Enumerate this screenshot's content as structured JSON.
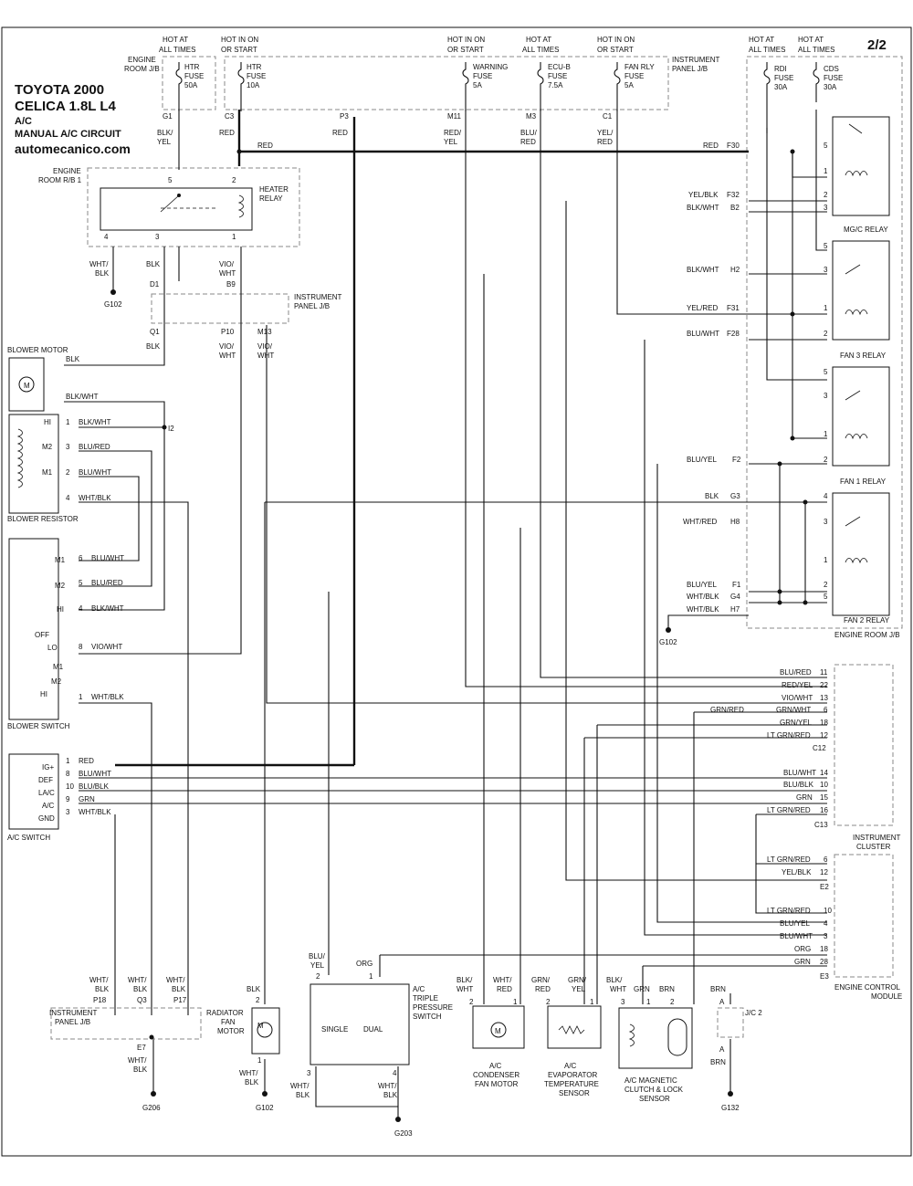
{
  "header": {
    "line1": "TOYOTA 2000",
    "line2": "CELICA  1.8L  L4",
    "line3": "A/C",
    "line4": "MANUAL A/C CIRCUIT",
    "site": "automecanico.com",
    "page": "2/2"
  },
  "labels": [
    {
      "text": "HOT AT"
    },
    {
      "text": "ALL TIMES"
    },
    {
      "text": "HOT IN ON"
    },
    {
      "text": "OR START"
    },
    {
      "text": "HOT IN ON"
    },
    {
      "text": "OR START"
    },
    {
      "text": "HOT AT"
    },
    {
      "text": "ALL TIMES"
    },
    {
      "text": "HOT IN ON"
    },
    {
      "text": "OR START"
    },
    {
      "text": "HOT AT"
    },
    {
      "text": "ALL TIMES"
    },
    {
      "text": "HOT AT"
    },
    {
      "text": "ALL TIMES"
    },
    {
      "text": "ENGINE"
    },
    {
      "text": "ROOM J/B"
    },
    {
      "text": "HTR"
    },
    {
      "text": "FUSE"
    },
    {
      "text": "50A"
    },
    {
      "text": "HTR"
    },
    {
      "text": "FUSE"
    },
    {
      "text": "10A"
    },
    {
      "text": "WARNING"
    },
    {
      "text": "FUSE"
    },
    {
      "text": "5A"
    },
    {
      "text": "ECU-B"
    },
    {
      "text": "FUSE"
    },
    {
      "text": "7.5A"
    },
    {
      "text": "FAN RLY"
    },
    {
      "text": "FUSE"
    },
    {
      "text": "5A"
    },
    {
      "text": "INSTRUMENT"
    },
    {
      "text": "PANEL J/B"
    },
    {
      "text": "RDI"
    },
    {
      "text": "FUSE"
    },
    {
      "text": "30A"
    },
    {
      "text": "CDS"
    },
    {
      "text": "FUSE"
    },
    {
      "text": "30A"
    },
    {
      "text": "G1"
    },
    {
      "text": "C3"
    },
    {
      "text": "P3"
    },
    {
      "text": "M11"
    },
    {
      "text": "M3"
    },
    {
      "text": "C1"
    },
    {
      "text": "BLK/"
    },
    {
      "text": "YEL"
    },
    {
      "text": "RED"
    },
    {
      "text": "RED"
    },
    {
      "text": "RED/"
    },
    {
      "text": "YEL"
    },
    {
      "text": "BLU/"
    },
    {
      "text": "RED"
    },
    {
      "text": "YEL/"
    },
    {
      "text": "RED"
    },
    {
      "text": "RED"
    },
    {
      "text": "ENGINE"
    },
    {
      "text": "ROOM R/B 1"
    },
    {
      "text": "5"
    },
    {
      "text": "2"
    },
    {
      "text": "HEATER"
    },
    {
      "text": "RELAY"
    },
    {
      "text": "4"
    },
    {
      "text": "3"
    },
    {
      "text": "1"
    },
    {
      "text": "WHT/"
    },
    {
      "text": "BLK"
    },
    {
      "text": "BLK"
    },
    {
      "text": "VIO/"
    },
    {
      "text": "WHT"
    },
    {
      "text": "G102"
    },
    {
      "text": "D1"
    },
    {
      "text": "B9"
    },
    {
      "text": "INSTRUMENT"
    },
    {
      "text": "PANEL J/B"
    },
    {
      "text": "Q1"
    },
    {
      "text": "P10"
    },
    {
      "text": "M13"
    },
    {
      "text": "BLK"
    },
    {
      "text": "VIO/"
    },
    {
      "text": "WHT"
    },
    {
      "text": "VIO/"
    },
    {
      "text": "WHT"
    },
    {
      "text": "BLOWER MOTOR"
    },
    {
      "text": "BLK"
    },
    {
      "text": "M"
    },
    {
      "text": "BLK/WHT"
    },
    {
      "text": "HI"
    },
    {
      "text": "1"
    },
    {
      "text": "BLK/WHT"
    },
    {
      "text": "I2"
    },
    {
      "text": "M2"
    },
    {
      "text": "3"
    },
    {
      "text": "BLU/RED"
    },
    {
      "text": "M1"
    },
    {
      "text": "2"
    },
    {
      "text": "BLU/WHT"
    },
    {
      "text": "4"
    },
    {
      "text": "WHT/BLK"
    },
    {
      "text": "BLOWER RESISTOR"
    },
    {
      "text": "M1"
    },
    {
      "text": "6"
    },
    {
      "text": "BLU/WHT"
    },
    {
      "text": "M2"
    },
    {
      "text": "5"
    },
    {
      "text": "BLU/RED"
    },
    {
      "text": "HI"
    },
    {
      "text": "4"
    },
    {
      "text": "BLK/WHT"
    },
    {
      "text": "OFF"
    },
    {
      "text": "LO"
    },
    {
      "text": "8"
    },
    {
      "text": "VIO/WHT"
    },
    {
      "text": "M1"
    },
    {
      "text": "M2"
    },
    {
      "text": "HI"
    },
    {
      "text": "1"
    },
    {
      "text": "WHT/BLK"
    },
    {
      "text": "BLOWER SWITCH"
    },
    {
      "text": "IG+"
    },
    {
      "text": "1"
    },
    {
      "text": "RED"
    },
    {
      "text": "DEF"
    },
    {
      "text": "8"
    },
    {
      "text": "BLU/WHT"
    },
    {
      "text": "LA/C"
    },
    {
      "text": "10"
    },
    {
      "text": "BLU/BLK"
    },
    {
      "text": "A/C"
    },
    {
      "text": "9"
    },
    {
      "text": "GRN"
    },
    {
      "text": "GND"
    },
    {
      "text": "3"
    },
    {
      "text": "WHT/BLK"
    },
    {
      "text": "A/C SWITCH"
    },
    {
      "text": "RED"
    },
    {
      "text": "F30"
    },
    {
      "text": "5"
    },
    {
      "text": "1"
    },
    {
      "text": "YEL/BLK"
    },
    {
      "text": "F32"
    },
    {
      "text": "2"
    },
    {
      "text": "BLK/WHT"
    },
    {
      "text": "B2"
    },
    {
      "text": "3"
    },
    {
      "text": "MG/C RELAY"
    },
    {
      "text": "5"
    },
    {
      "text": "BLK/WHT"
    },
    {
      "text": "H2"
    },
    {
      "text": "3"
    },
    {
      "text": "YEL/RED"
    },
    {
      "text": "F31"
    },
    {
      "text": "1"
    },
    {
      "text": "BLU/WHT"
    },
    {
      "text": "F28"
    },
    {
      "text": "2"
    },
    {
      "text": "FAN 3 RELAY"
    },
    {
      "text": "5"
    },
    {
      "text": "3"
    },
    {
      "text": "1"
    },
    {
      "text": "BLU/YEL"
    },
    {
      "text": "F2"
    },
    {
      "text": "2"
    },
    {
      "text": "FAN 1 RELAY"
    },
    {
      "text": "BLK"
    },
    {
      "text": "G3"
    },
    {
      "text": "4"
    },
    {
      "text": "WHT/RED"
    },
    {
      "text": "H8"
    },
    {
      "text": "3"
    },
    {
      "text": "1"
    },
    {
      "text": "BLU/YEL"
    },
    {
      "text": "F1"
    },
    {
      "text": "2"
    },
    {
      "text": "WHT/BLK"
    },
    {
      "text": "G4"
    },
    {
      "text": "5"
    },
    {
      "text": "WHT/BLK"
    },
    {
      "text": "H7"
    },
    {
      "text": "FAN 2 RELAY"
    },
    {
      "text": "G102"
    },
    {
      "text": "ENGINE ROOM J/B"
    },
    {
      "text": "BLU/RED"
    },
    {
      "text": "11"
    },
    {
      "text": "RED/YEL"
    },
    {
      "text": "22"
    },
    {
      "text": "VIO/WHT"
    },
    {
      "text": "13"
    },
    {
      "text": "GRN/RED"
    },
    {
      "text": "GRN/WHT"
    },
    {
      "text": "6"
    },
    {
      "text": "GRN/YEL"
    },
    {
      "text": "18"
    },
    {
      "text": "LT GRN/RED"
    },
    {
      "text": "12"
    },
    {
      "text": "C12"
    },
    {
      "text": "BLU/WHT"
    },
    {
      "text": "14"
    },
    {
      "text": "BLU/BLK"
    },
    {
      "text": "10"
    },
    {
      "text": "GRN"
    },
    {
      "text": "15"
    },
    {
      "text": "LT GRN/RED"
    },
    {
      "text": "16"
    },
    {
      "text": "C13"
    },
    {
      "text": "INSTRUMENT"
    },
    {
      "text": "CLUSTER"
    },
    {
      "text": "LT GRN/RED"
    },
    {
      "text": "6"
    },
    {
      "text": "YEL/BLK"
    },
    {
      "text": "12"
    },
    {
      "text": "E2"
    },
    {
      "text": "LT GRN/RED"
    },
    {
      "text": "10"
    },
    {
      "text": "BLU/YEL"
    },
    {
      "text": "4"
    },
    {
      "text": "BLU/WHT"
    },
    {
      "text": "3"
    },
    {
      "text": "ORG"
    },
    {
      "text": "18"
    },
    {
      "text": "GRN"
    },
    {
      "text": "28"
    },
    {
      "text": "E3"
    },
    {
      "text": "ENGINE CONTROL"
    },
    {
      "text": "MODULE"
    },
    {
      "text": "WHT/"
    },
    {
      "text": "BLK"
    },
    {
      "text": "WHT/"
    },
    {
      "text": "BLK"
    },
    {
      "text": "WHT/"
    },
    {
      "text": "BLK"
    },
    {
      "text": "P18"
    },
    {
      "text": "Q3"
    },
    {
      "text": "P17"
    },
    {
      "text": "INSTRUMENT"
    },
    {
      "text": "PANEL J/B"
    },
    {
      "text": "E7"
    },
    {
      "text": "WHT/"
    },
    {
      "text": "BLK"
    },
    {
      "text": "G206"
    },
    {
      "text": "BLK"
    },
    {
      "text": "2"
    },
    {
      "text": "RADIATOR"
    },
    {
      "text": "FAN"
    },
    {
      "text": "MOTOR"
    },
    {
      "text": "M"
    },
    {
      "text": "1"
    },
    {
      "text": "WHT/"
    },
    {
      "text": "BLK"
    },
    {
      "text": "G102"
    },
    {
      "text": "BLU/"
    },
    {
      "text": "YEL"
    },
    {
      "text": "ORG"
    },
    {
      "text": "2"
    },
    {
      "text": "1"
    },
    {
      "text": "A/C"
    },
    {
      "text": "TRIPLE"
    },
    {
      "text": "PRESSURE"
    },
    {
      "text": "SWITCH"
    },
    {
      "text": "SINGLE"
    },
    {
      "text": "DUAL"
    },
    {
      "text": "3"
    },
    {
      "text": "4"
    },
    {
      "text": "WHT/"
    },
    {
      "text": "BLK"
    },
    {
      "text": "WHT/"
    },
    {
      "text": "BLK"
    },
    {
      "text": "G203"
    },
    {
      "text": "BLK/"
    },
    {
      "text": "WHT"
    },
    {
      "text": "WHT/"
    },
    {
      "text": "RED"
    },
    {
      "text": "2"
    },
    {
      "text": "1"
    },
    {
      "text": "M"
    },
    {
      "text": "A/C"
    },
    {
      "text": "CONDENSER"
    },
    {
      "text": "FAN MOTOR"
    },
    {
      "text": "GRN/"
    },
    {
      "text": "RED"
    },
    {
      "text": "GRN/"
    },
    {
      "text": "YEL"
    },
    {
      "text": "2"
    },
    {
      "text": "1"
    },
    {
      "text": "A/C"
    },
    {
      "text": "EVAPORATOR"
    },
    {
      "text": "TEMPERATURE"
    },
    {
      "text": "SENSOR"
    },
    {
      "text": "BLK/"
    },
    {
      "text": "WHT"
    },
    {
      "text": "GRN"
    },
    {
      "text": "BRN"
    },
    {
      "text": "3"
    },
    {
      "text": "1"
    },
    {
      "text": "2"
    },
    {
      "text": "A/C MAGNETIC"
    },
    {
      "text": "CLUTCH & LOCK"
    },
    {
      "text": "SENSOR"
    },
    {
      "text": "BRN"
    },
    {
      "text": "A"
    },
    {
      "text": "J/C 2"
    },
    {
      "text": "A"
    },
    {
      "text": "BRN"
    },
    {
      "text": "G132"
    }
  ]
}
